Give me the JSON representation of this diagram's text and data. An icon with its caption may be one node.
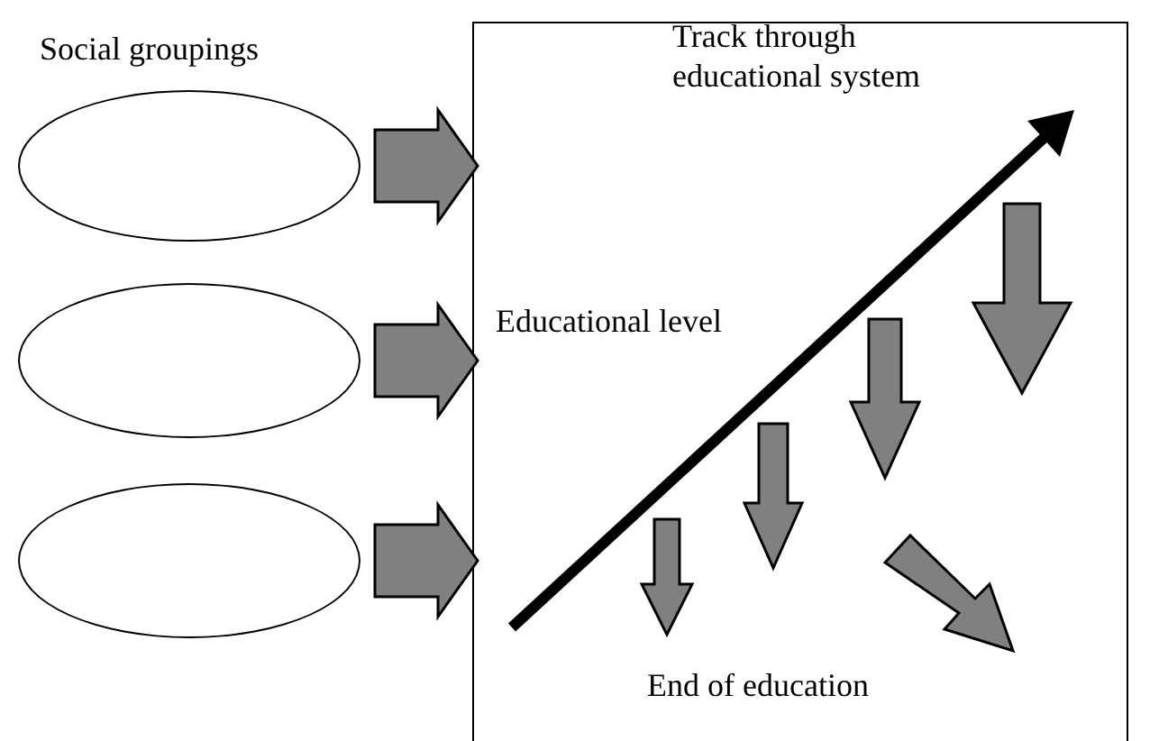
{
  "diagram": {
    "nodes": [
      {
        "text": [],
        "shape": "ellipse"
      },
      {
        "text": [],
        "shape": "ellipse"
      },
      {
        "text": [],
        "shape": "ellipse"
      },
      {
        "text": [
          "Track through educational system",
          "Educational level",
          "End of education"
        ]
      }
    ],
    "edges": [
      {
        "from": 0,
        "to": 3,
        "arrow": "to",
        "style": "thick",
        "color": "#808080"
      },
      {
        "from": 1,
        "to": 3,
        "arrow": "to",
        "style": "thick",
        "color": "#808080"
      },
      {
        "from": 2,
        "to": 3,
        "arrow": "to",
        "style": "thick",
        "color": "#808080"
      }
    ],
    "labels": [
      "Social groupings"
    ]
  }
}
